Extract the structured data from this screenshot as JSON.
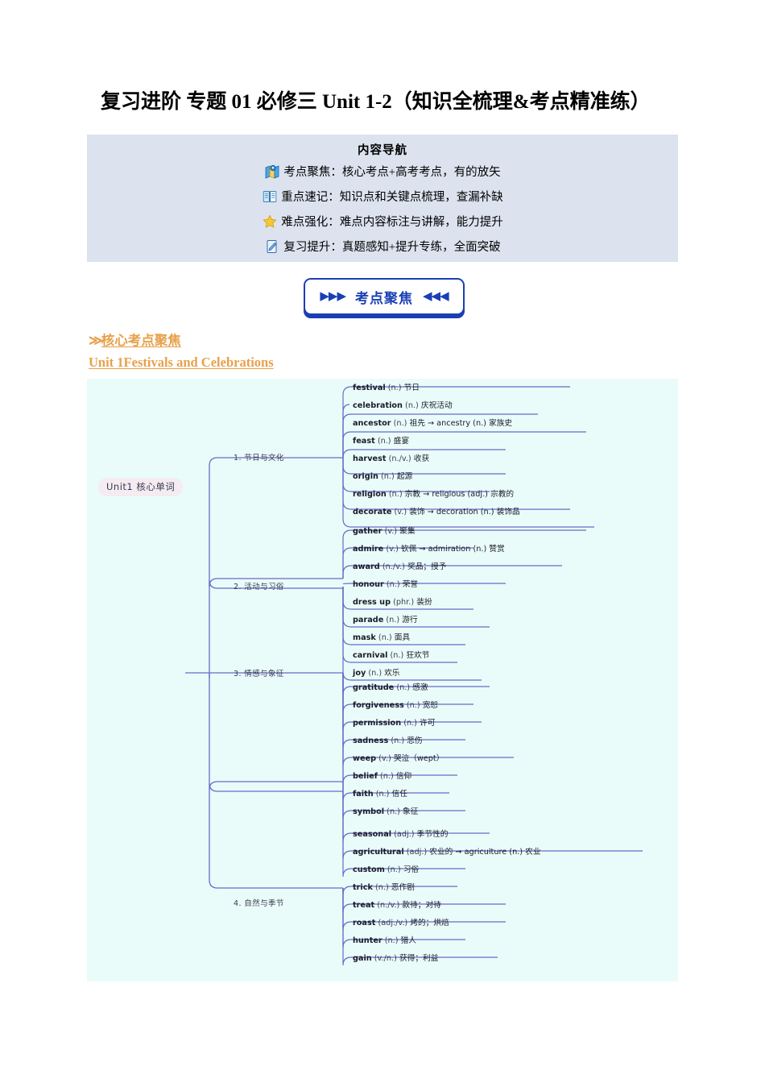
{
  "document": {
    "title": "复习进阶 专题 01 必修三 Unit 1-2（知识全梳理&考点精准练）"
  },
  "nav_box": {
    "heading": "内容导航",
    "items": [
      {
        "icon": "map-pin-icon",
        "text": "考点聚焦：核心考点+高考考点，有的放矢"
      },
      {
        "icon": "open-book-icon",
        "text": "重点速记：知识点和关键点梳理，查漏补缺"
      },
      {
        "icon": "star-icon",
        "text": "难点强化：难点内容标注与讲解，能力提升"
      },
      {
        "icon": "notepad-pencil-icon",
        "text": "复习提升：真题感知+提升专练，全面突破"
      }
    ],
    "background_color": "#dce3ef"
  },
  "focus_badge": {
    "left_arrows": "▶▶▶",
    "label": "考点聚焦",
    "right_arrows": "◀◀◀",
    "accent_color": "#1a3fb5"
  },
  "headings": {
    "core_chevron": "≫",
    "core": "核心考点聚焦",
    "unit": "Unit 1Festivals and Celebrations",
    "color": "#e8a04a"
  },
  "mindmap": {
    "background_color": "#eafcfa",
    "line_color": "#6a6ac8",
    "center_node": "Unit1 核心单词",
    "branches": [
      {
        "label": "1. 节日与文化",
        "items": [
          {
            "word": "festival",
            "pos": "(n.)",
            "meaning": "节日"
          },
          {
            "word": "celebration",
            "pos": "(n.)",
            "meaning": "庆祝活动"
          },
          {
            "word": "ancestor",
            "pos": "(n.)",
            "meaning": "祖先 → ancestry (n.) 家族史"
          },
          {
            "word": "feast",
            "pos": "(n.)",
            "meaning": "盛宴"
          },
          {
            "word": "harvest",
            "pos": "(n./v.)",
            "meaning": "收获"
          },
          {
            "word": "origin",
            "pos": "(n.)",
            "meaning": "起源"
          },
          {
            "word": "religion",
            "pos": "(n.)",
            "meaning": "宗教 → religious (adj.) 宗教的"
          },
          {
            "word": "decorate",
            "pos": "(v.)",
            "meaning": "装饰 → decoration (n.) 装饰品"
          }
        ]
      },
      {
        "label": "2. 活动与习俗",
        "items": [
          {
            "word": "gather",
            "pos": "(v.)",
            "meaning": "聚集"
          },
          {
            "word": "admire",
            "pos": "(v.)",
            "meaning": "钦佩 → admiration (n.) 赞赏"
          },
          {
            "word": "award",
            "pos": "(n./v.)",
            "meaning": "奖品；授予"
          },
          {
            "word": "honour",
            "pos": "(n.)",
            "meaning": "荣誉"
          },
          {
            "word": "dress up",
            "pos": "(phr.)",
            "meaning": "装扮"
          },
          {
            "word": "parade",
            "pos": "(n.)",
            "meaning": "游行"
          },
          {
            "word": "mask",
            "pos": "(n.)",
            "meaning": "面具"
          },
          {
            "word": "carnival",
            "pos": "(n.)",
            "meaning": "狂欢节"
          },
          {
            "word": "joy",
            "pos": "(n.)",
            "meaning": "欢乐"
          }
        ]
      },
      {
        "label": "3. 情感与象征",
        "items": [
          {
            "word": "gratitude",
            "pos": "(n.)",
            "meaning": "感激"
          },
          {
            "word": "forgiveness",
            "pos": "(n.)",
            "meaning": "宽恕"
          },
          {
            "word": "permission",
            "pos": "(n.)",
            "meaning": "许可"
          },
          {
            "word": "sadness",
            "pos": "(n.)",
            "meaning": "悲伤"
          },
          {
            "word": "weep",
            "pos": "(v.)",
            "meaning": "哭泣（wept）"
          },
          {
            "word": "belief",
            "pos": "(n.)",
            "meaning": "信仰"
          },
          {
            "word": "faith",
            "pos": "(n.)",
            "meaning": "信任"
          },
          {
            "word": "symbol",
            "pos": "(n.)",
            "meaning": "象征"
          }
        ]
      },
      {
        "label": "4. 自然与季节",
        "items": [
          {
            "word": "seasonal",
            "pos": "(adj.)",
            "meaning": "季节性的"
          },
          {
            "word": "agricultural",
            "pos": "(adj.)",
            "meaning": "农业的 → agriculture (n.) 农业"
          },
          {
            "word": "custom",
            "pos": "(n.)",
            "meaning": "习俗"
          },
          {
            "word": "trick",
            "pos": "(n.)",
            "meaning": "恶作剧"
          },
          {
            "word": "treat",
            "pos": "(n./v.)",
            "meaning": "款待；对待"
          },
          {
            "word": "roast",
            "pos": "(adj./v.)",
            "meaning": "烤的；烘焙"
          },
          {
            "word": "hunter",
            "pos": "(n.)",
            "meaning": "猎人"
          },
          {
            "word": "gain",
            "pos": "(v./n.)",
            "meaning": "获得；利益"
          }
        ]
      }
    ]
  }
}
